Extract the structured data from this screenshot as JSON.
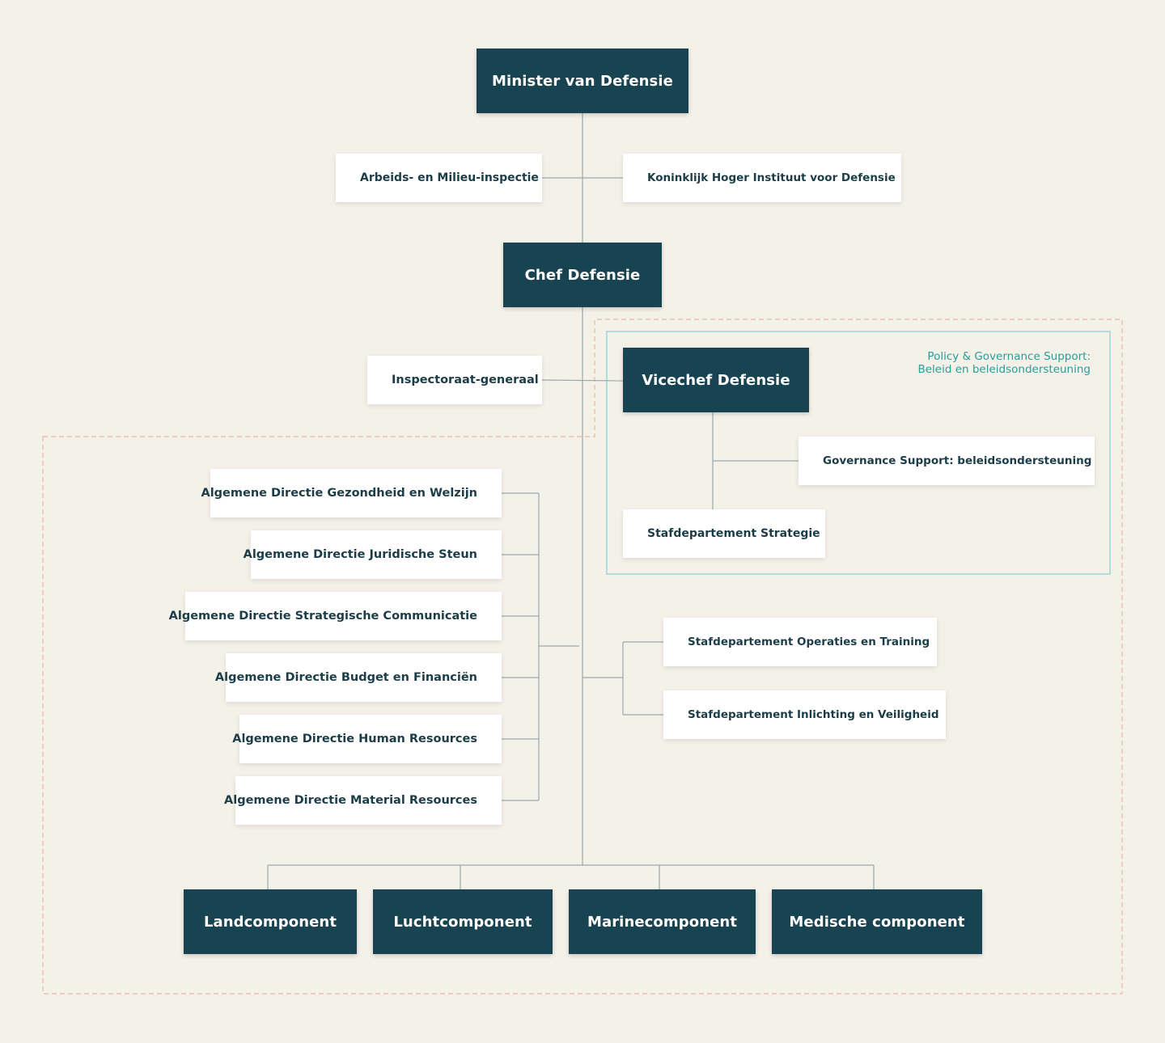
{
  "colors": {
    "background": "#f4f1e9",
    "dark_box": "#184452",
    "light_box": "#ffffff",
    "connector": "#9aa9ad",
    "outer_region_border": "#e8b6a8",
    "inner_region_border": "#9fd6d6",
    "region_label": "#2a9c9a"
  },
  "nodes": {
    "minister": "Minister van Defensie",
    "arbeids": "Arbeids- en Milieu-inspectie",
    "khid": "Koninklijk Hoger Instituut voor Defensie",
    "chef": "Chef Defensie",
    "inspectoraat": "Inspectoraat-generaal",
    "vicechef": "Vicechef Defensie",
    "governance": "Governance Support: beleidsondersteuning",
    "strategie": "Stafdepartement Strategie",
    "ad_gezondheid": "Algemene Directie Gezondheid en Welzijn",
    "ad_juridisch": "Algemene Directie Juridische Steun",
    "ad_communicatie": "Algemene Directie Strategische Communicatie",
    "ad_budget": "Algemene Directie Budget en Financiën",
    "ad_hr": "Algemene Directie Human Resources",
    "ad_material": "Algemene Directie Material Resources",
    "operaties": "Stafdepartement Operaties en Training",
    "inlichting": "Stafdepartement Inlichting en Veiligheid",
    "land": "Landcomponent",
    "lucht": "Luchtcomponent",
    "marine": "Marinecomponent",
    "medisch": "Medische component"
  },
  "region_label": {
    "line1": "Policy & Governance Support:",
    "line2": "Beleid en beleidsondersteuning"
  }
}
